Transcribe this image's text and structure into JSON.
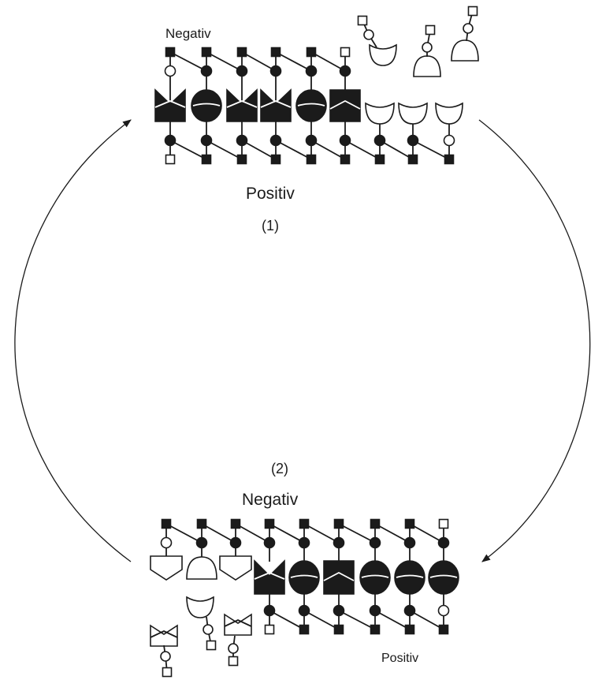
{
  "figure": {
    "labels": {
      "top_negative": "Negativ",
      "top_positive": "Positiv",
      "top_index": "(1)",
      "bottom_index": "(2)",
      "bottom_negative": "Negativ",
      "bottom_positive": "Positiv"
    },
    "colors": {
      "ink": "#1b1b1b",
      "background": "#ffffff"
    }
  }
}
